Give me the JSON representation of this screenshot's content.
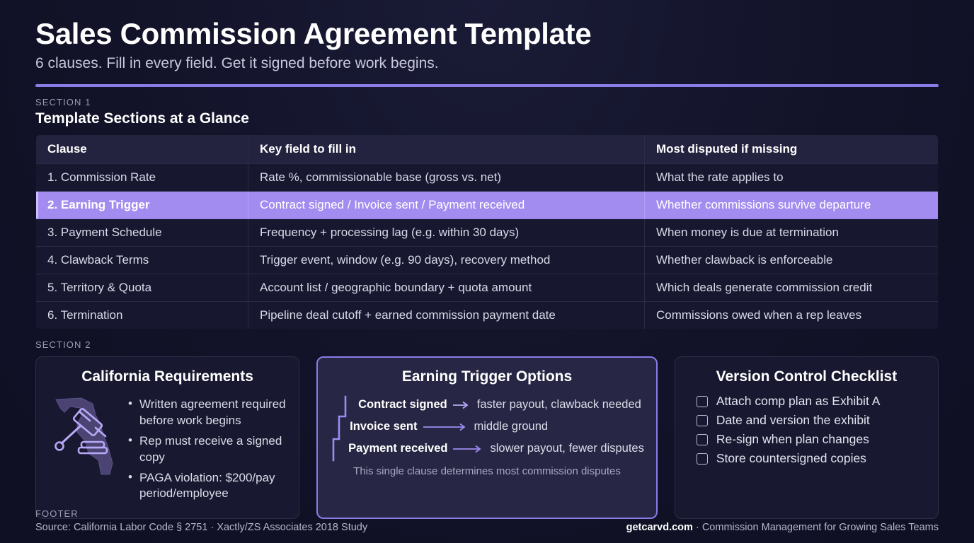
{
  "header": {
    "title": "Sales Commission Agreement Template",
    "subtitle": "6 clauses. Fill in every field. Get it signed before work begins."
  },
  "section1": {
    "kicker": "SECTION 1",
    "title": "Template Sections at a Glance",
    "table": {
      "columns": [
        "Clause",
        "Key field to fill in",
        "Most disputed if missing"
      ],
      "rows": [
        {
          "clause": "1. Commission Rate",
          "key_field": "Rate %, commissionable base (gross vs. net)",
          "disputed": "What the rate applies to",
          "highlighted": false
        },
        {
          "clause": "2. Earning Trigger",
          "key_field": "Contract signed / Invoice sent / Payment received",
          "disputed": "Whether commissions survive departure",
          "highlighted": true
        },
        {
          "clause": "3. Payment Schedule",
          "key_field": "Frequency + processing lag (e.g. within 30 days)",
          "disputed": "When money is due at termination",
          "highlighted": false
        },
        {
          "clause": "4. Clawback Terms",
          "key_field": "Trigger event, window (e.g. 90 days), recovery method",
          "disputed": "Whether clawback is enforceable",
          "highlighted": false
        },
        {
          "clause": "5. Territory & Quota",
          "key_field": "Account list / geographic boundary + quota amount",
          "disputed": "Which deals generate commission credit",
          "highlighted": false
        },
        {
          "clause": "6. Termination",
          "key_field": "Pipeline deal cutoff + earned commission payment date",
          "disputed": "Commissions owed when a rep leaves",
          "highlighted": false
        }
      ]
    }
  },
  "section2": {
    "kicker": "SECTION 2",
    "cards": {
      "california": {
        "title": "California Requirements",
        "icon": "california-gavel-icon",
        "bullets": [
          "Written agreement required before work begins",
          "Rep must receive a signed copy",
          "PAGA violation: $200/pay period/employee"
        ]
      },
      "trigger": {
        "title": "Earning Trigger Options",
        "options": [
          {
            "label": "Contract signed",
            "arrow": "arrow-right-icon",
            "description": "faster payout, clawback needed"
          },
          {
            "label": "Invoice sent",
            "arrow": "arrow-right-icon",
            "description": "middle ground"
          },
          {
            "label": "Payment received",
            "arrow": "arrow-right-icon",
            "description": "slower payout, fewer disputes"
          }
        ],
        "note": "This single clause determines most commission disputes"
      },
      "checklist": {
        "title": "Version Control Checklist",
        "items": [
          "Attach comp plan as Exhibit A",
          "Date and version the exhibit",
          "Re-sign when plan changes",
          "Store countersigned copies"
        ]
      }
    }
  },
  "footer": {
    "kicker": "FOOTER",
    "source": "Source: California Labor Code § 2751 · Xactly/ZS Associates 2018 Study",
    "brand": "getcarvd.com",
    "tagline": "· Commission Management for Growing Sales Teams"
  },
  "colors": {
    "background": "#12132a",
    "accent": "#8b7ce8",
    "highlight_row": "#a38cf0",
    "card_border": "#2e2e4a",
    "text_primary": "#ffffff",
    "text_secondary": "#b6b6cc"
  }
}
